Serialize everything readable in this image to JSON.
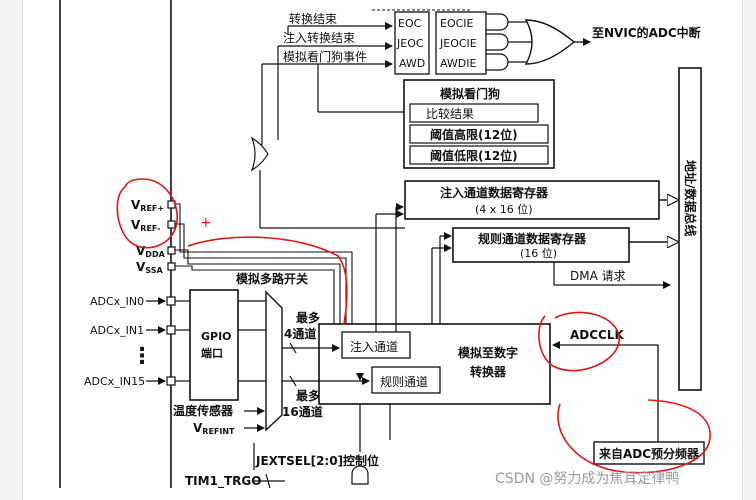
{
  "interrupt": {
    "flags": [
      "EOC",
      "JEOC",
      "AWD"
    ],
    "enables": [
      "EOCIE",
      "JEOCIE",
      "AWDIE"
    ],
    "events": [
      "转换结束",
      "注入转换结束",
      "模拟看门狗事件"
    ],
    "output": "至NVIC的ADC中断"
  },
  "watchdog": {
    "title": "模拟看门狗",
    "rows": [
      "比较结果",
      "阈值高限(12位)",
      "阈值低限(12位)"
    ]
  },
  "injected_register": {
    "title": "注入通道数据寄存器",
    "size": "(4 x 16 位)"
  },
  "regular_register": {
    "title": "规则通道数据寄存器",
    "size": "(16 位)"
  },
  "dma": "DMA 请求",
  "address_bus": "地址/数据总线",
  "ref_pins": {
    "vref_plus": [
      "V",
      "REF+"
    ],
    "vref_minus": [
      "V",
      "REF-"
    ],
    "vdda": [
      "V",
      "DDA"
    ],
    "vssa": [
      "V",
      "SSA"
    ]
  },
  "plus_mark": "+",
  "inputs": [
    "ADCx_IN0",
    "ADCx_IN1",
    "ADCx_IN15"
  ],
  "input_dots": "⋮",
  "gpio": [
    "GPIO",
    "端口"
  ],
  "mux_label": "模拟多路开关",
  "max_injected": [
    "最多",
    "4通道"
  ],
  "max_regular": [
    "最多",
    "16通道"
  ],
  "temp_sensor": "温度传感器",
  "vrefint": [
    "V",
    "REFINT"
  ],
  "injected_channel": "注入通道",
  "regular_channel": "规则通道",
  "converter": [
    "模拟至数字",
    "转换器"
  ],
  "adcclk": "ADCCLK",
  "prescaler": "来自ADC预分频器",
  "jextsel": "JEXTSEL[2:0]控制位",
  "tim1_trgo": "TIM1_TRGO",
  "watermark": "CSDN @努力成为焦耳定律鸭"
}
